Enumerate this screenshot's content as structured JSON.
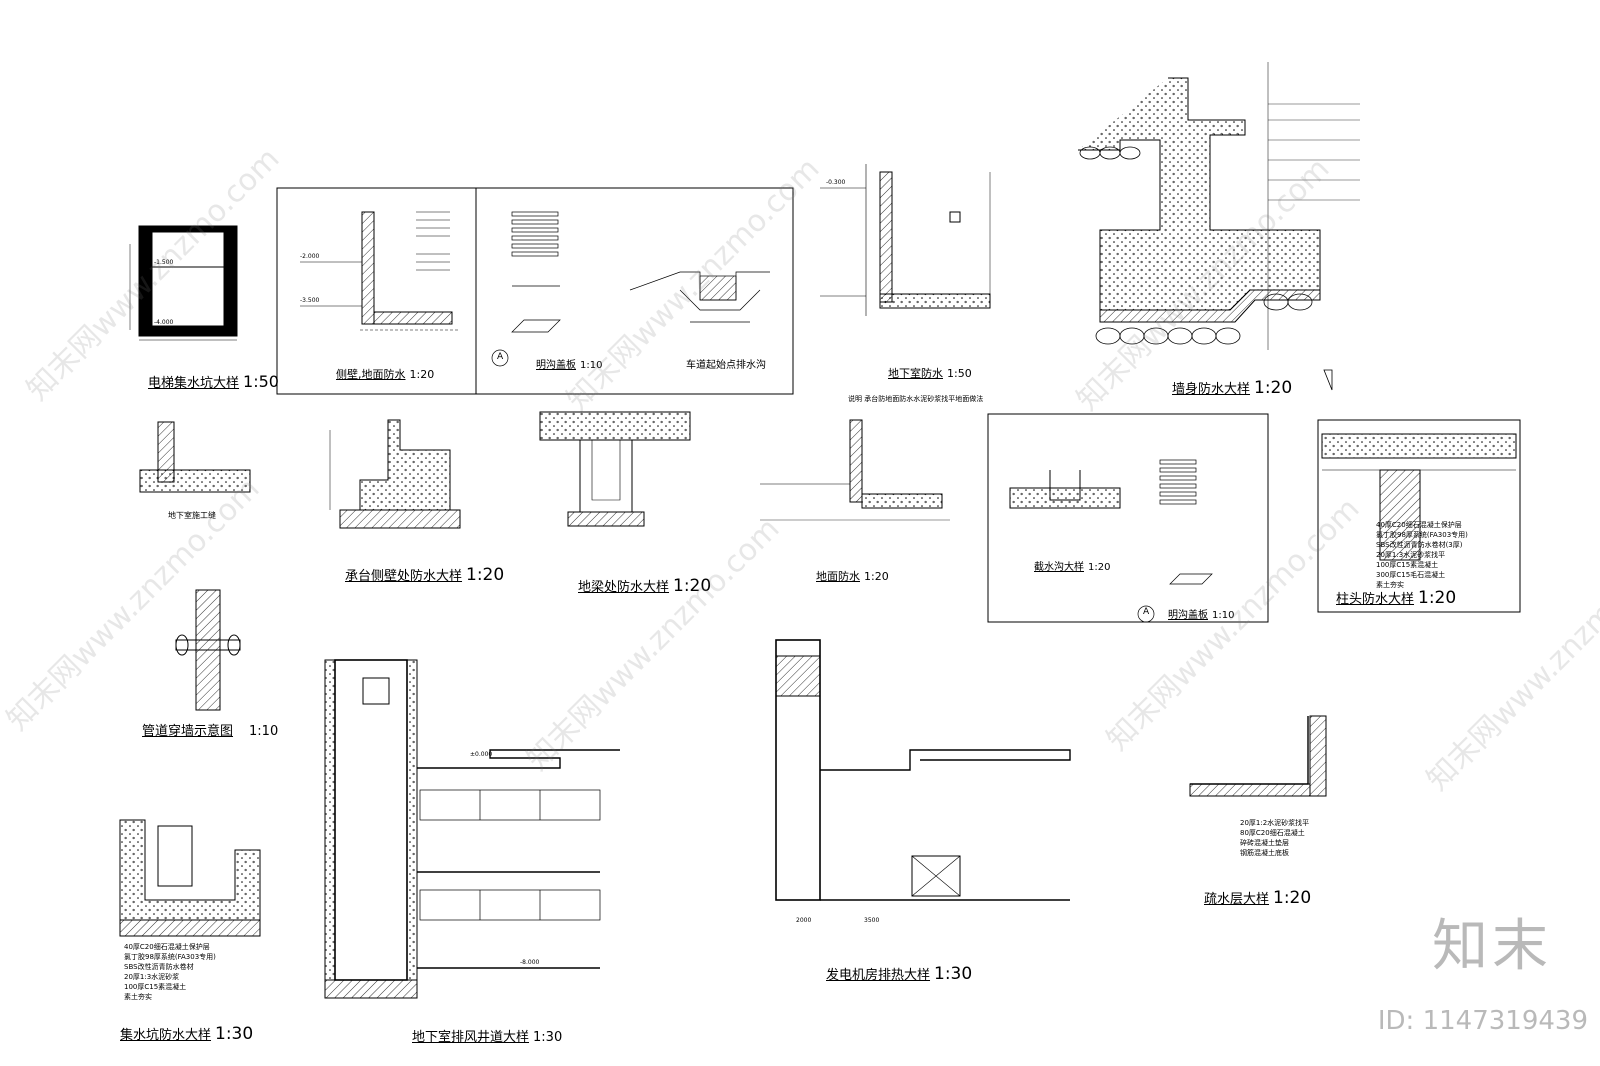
{
  "titles": {
    "elevator_pit": {
      "name": "电梯集水坑大样",
      "scale": "1:50"
    },
    "side_wall": {
      "name": "侧壁,地面防水",
      "scale": "1:20"
    },
    "trench_cover_a": {
      "name": "明沟盖板",
      "scale": "1:10",
      "ref": "A"
    },
    "ramp_drain": {
      "name": "车道起始点排水沟"
    },
    "basement_wp": {
      "name": "地下室防水",
      "scale": "1:50"
    },
    "wall_wp": {
      "name": "墙身防水大样",
      "scale": "1:20"
    },
    "construction_joint": {
      "name": "地下室施工缝"
    },
    "pile_cap": {
      "name": "承台侧壁处防水大样",
      "scale": "1:20"
    },
    "ground_beam": {
      "name": "地梁处防水大样",
      "scale": "1:20"
    },
    "floor_wp": {
      "name": "地面防水",
      "scale": "1:20"
    },
    "intercept_trench": {
      "name": "截水沟大样",
      "scale": "1:20"
    },
    "trench_cover_b": {
      "name": "明沟盖板",
      "scale": "1:10",
      "ref": "A"
    },
    "column_head": {
      "name": "柱头防水大样",
      "scale": "1:20"
    },
    "pipe_wall": {
      "name": "管道穿墙示意图",
      "scale": "1:10"
    },
    "sump_pit": {
      "name": "集水坑防水大样",
      "scale": "1:30"
    },
    "exhaust_shaft": {
      "name": "地下室排风井道大样",
      "scale": "1:30"
    },
    "generator": {
      "name": "发电机房排热大样",
      "scale": "1:30"
    },
    "drainage_layer": {
      "name": "疏水层大样",
      "scale": "1:20"
    }
  },
  "notes": {
    "basement_note": "说明    承台防地面防水水泥砂浆找平地面做法",
    "column_layers": [
      "40厚C20细石混凝土保护层",
      "氯丁胶98厚系统(FA303专用)",
      "SBS改性沥青防水卷材(3厚)",
      "20厚1:3水泥砂浆找平",
      "100厚C15素混凝土",
      "300厚C15毛石混凝土",
      "素土夯实"
    ],
    "sump_layers": [
      "40厚C20细石混凝土保护层",
      "氯丁胶98厚系统(FA303专用)",
      "SBS改性沥青防水卷材",
      "20厚1:3水泥砂浆",
      "100厚C15素混凝土",
      "素土夯实"
    ],
    "drain_layers": [
      "20厚1:2水泥砂浆找平",
      "80厚C20细石混凝土",
      "碎砖混凝土垫层",
      "钢筋混凝土底板"
    ],
    "dims": {
      "a": "-1.500",
      "b": "-4.000",
      "c": "-3.500",
      "d": "-2.000",
      "e": "-0.300",
      "f": "-8.000",
      "g": "±0.000",
      "h": "2000",
      "i": "3500"
    }
  },
  "watermarks": [
    "知末网www.znzmo.com",
    "知末网www.znzmo.com",
    "知末网www.znzmo.com",
    "知末网www.znzmo.com",
    "知末网www.znzmo.com",
    "知末网www.znzmo.com",
    "知末网www.znzmo.com"
  ],
  "brand": {
    "logo": "知末",
    "id": "ID: 1147319439"
  }
}
